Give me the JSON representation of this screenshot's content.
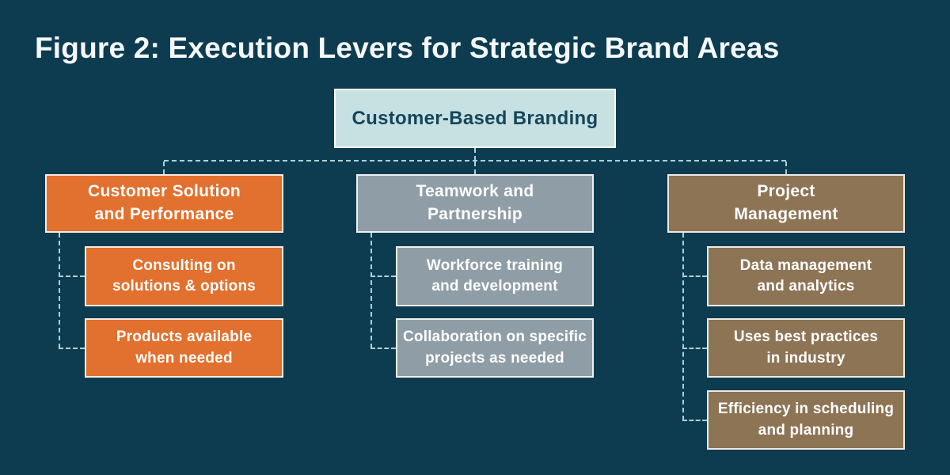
{
  "title": "Figure 2: Execution Levers for Strategic Brand Areas",
  "root": {
    "label": "Customer-Based Branding"
  },
  "branches": [
    {
      "name": "customer-solution-and-performance",
      "label": "Customer Solution\nand Performance",
      "color": "#e2702e",
      "children": [
        "Consulting on\nsolutions & options",
        "Products available\nwhen needed"
      ]
    },
    {
      "name": "teamwork-and-partnership",
      "label": "Teamwork and\nPartnership",
      "color": "#8f9da6",
      "children": [
        "Workforce training\nand development",
        "Collaboration on specific\nprojects as needed"
      ]
    },
    {
      "name": "project-management",
      "label": "Project\nManagement",
      "color": "#8d7455",
      "children": [
        "Data management\nand analytics",
        "Uses best practices\nin industry",
        "Efficiency in scheduling\nand planning"
      ]
    }
  ],
  "colors": {
    "background": "#0d3c50",
    "root_box_fill": "#c7e1e3",
    "root_box_text": "#14465a",
    "branch_orange": "#e2702e",
    "branch_gray": "#8f9da6",
    "branch_brown": "#8d7455",
    "connector": "#aecfd8",
    "box_border": "#eef3f4",
    "title_text": "#f5f8f9",
    "box_text": "#ffffff"
  }
}
